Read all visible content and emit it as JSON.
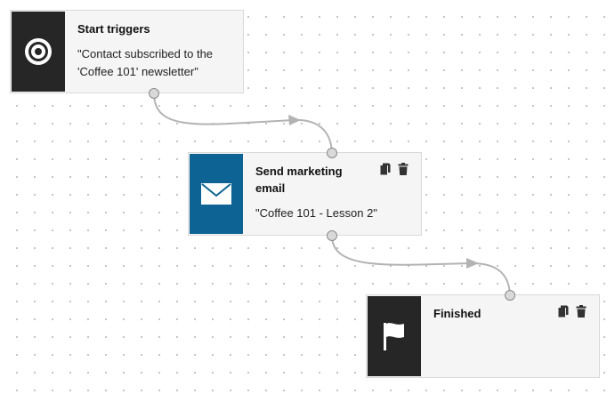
{
  "workflow": {
    "nodes": [
      {
        "title": "Start triggers",
        "description": "\"Contact subscribed to the 'Coffee 101' newsletter\"",
        "icon": "target-icon",
        "icon_bg": "#262626"
      },
      {
        "title": "Send marketing email",
        "description": "\"Coffee 101 - Lesson 2\"",
        "icon": "envelope-icon",
        "icon_bg": "#0d6494",
        "actions": [
          "copy-icon",
          "trash-icon"
        ]
      },
      {
        "title": "Finished",
        "description": "",
        "icon": "flag-icon",
        "icon_bg": "#262626",
        "actions": [
          "copy-icon",
          "trash-icon"
        ]
      }
    ],
    "colors": {
      "node_bg": "#f5f5f5",
      "node_border": "#d9d9d9",
      "connector": "#b3b3b3",
      "port_fill": "#d9d9d9",
      "dot_grid": "#b9b9b9"
    }
  }
}
